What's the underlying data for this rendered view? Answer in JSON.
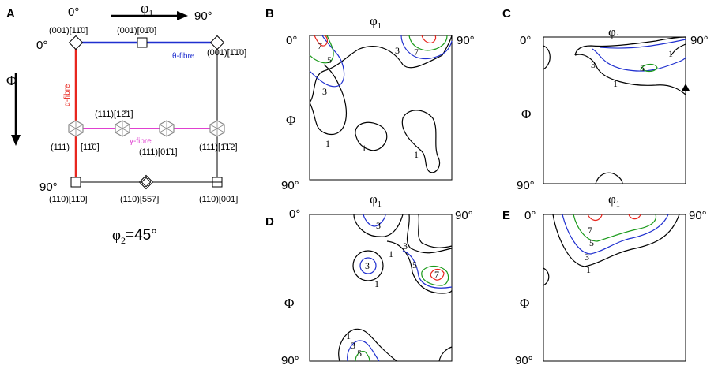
{
  "panel_a": {
    "letter": "A",
    "phi1_label": "φ1",
    "phi1_main": "φ",
    "phi1_sub": "1",
    "Phi_label": "Φ",
    "corner_tl_top": "0°",
    "corner_tl_left": "0°",
    "corner_tr": "90°",
    "corner_bl": "90°",
    "theta_fibre": "θ-fibre",
    "alpha_fibre": "α-fibre",
    "gamma_fibre": "γ-fibre",
    "orient_001_110": "(001)[11̄0]",
    "orient_001_010": "(001)[01̄0]",
    "orient_001_110b": "(001)[1̄1̄0]",
    "orient_111_121": "(111)[12̄1]",
    "orient_111": "(111)",
    "orient_111_110": "[11̄0]",
    "orient_111_011": "(111)[01̄1]",
    "orient_111_112": "(111)[1̄1̄2]",
    "orient_110_110": "(110)[11̄0]",
    "orient_110_557": "(110)[55̄7]",
    "orient_110_001": "(110)[001]",
    "phi2_main": "φ",
    "phi2_sub": "2",
    "phi2_rest": "=45°",
    "colors": {
      "theta": "#1f2fcf",
      "alpha": "#e8261e",
      "gamma": "#e040d0",
      "symbol": "#888888"
    }
  },
  "panel_b": {
    "letter": "B",
    "phi1_main": "φ",
    "phi1_sub": "1",
    "Phi": "Φ",
    "tl": "0°",
    "tr": "90°",
    "bl": "90°",
    "levels": [
      "1",
      "1",
      "1",
      "3",
      "3",
      "5",
      "7",
      "7"
    ]
  },
  "panel_c": {
    "letter": "C",
    "phi1_main": "φ",
    "phi1_sub": "1",
    "Phi": "Φ",
    "tl": "0°",
    "tr": "90°",
    "bl": "90°",
    "levels": [
      "1",
      "1",
      "3",
      "5"
    ]
  },
  "panel_d": {
    "letter": "D",
    "phi1_main": "φ",
    "phi1_sub": "1",
    "Phi": "Φ",
    "tl": "0°",
    "tr": "90°",
    "bl": "90°",
    "levels": [
      "3",
      "1",
      "3",
      "1",
      "3",
      "5",
      "7",
      "1",
      "3",
      "5"
    ]
  },
  "panel_e": {
    "letter": "E",
    "phi1_main": "φ",
    "phi1_sub": "1",
    "Phi": "Φ",
    "tl": "0°",
    "tr": "90°",
    "bl": "90°",
    "levels": [
      "7",
      "5",
      "3",
      "1"
    ]
  },
  "contour_colors": {
    "level1": "#000000",
    "level3": "#1f2fcf",
    "level5": "#1a9a1a",
    "level7": "#e8261e"
  }
}
